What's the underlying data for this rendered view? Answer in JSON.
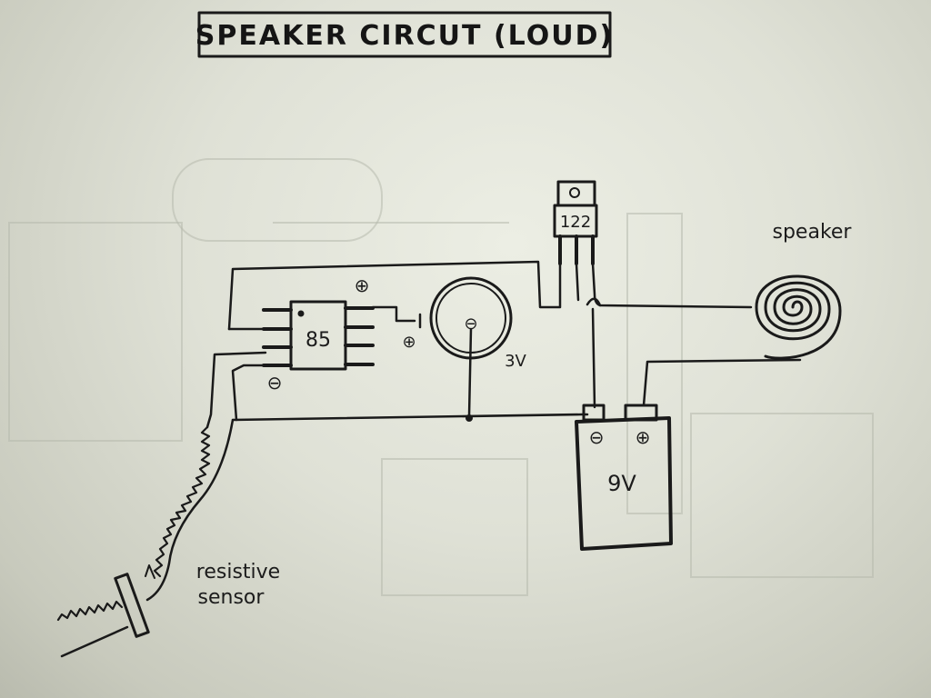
{
  "diagram": {
    "title": "SPEAKER CIRCUT (LOUD)",
    "chip_label": "85",
    "transistor_label": "122",
    "coin_battery_label": "3V",
    "battery_label": "9V",
    "speaker_label": "speaker",
    "sensor_label_line1": "resistive",
    "sensor_label_line2": "sensor",
    "plus_symbol": "⊕",
    "minus_symbol": "⊖"
  },
  "colors": {
    "ink": "#1a1a1a",
    "paper": "#e6e8dd"
  }
}
